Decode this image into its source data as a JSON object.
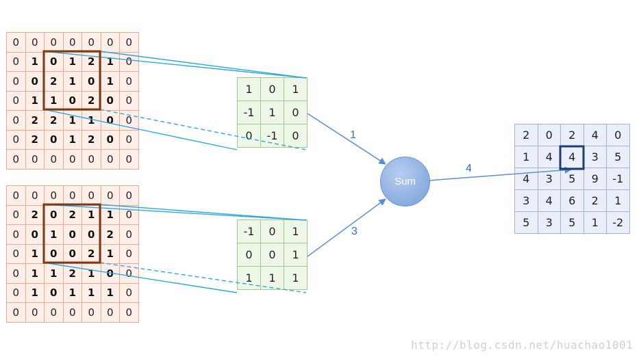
{
  "input_top": [
    [
      "0",
      "0",
      "0",
      "0",
      "0",
      "0",
      "0"
    ],
    [
      "0",
      "1",
      "0",
      "1",
      "2",
      "1",
      "0"
    ],
    [
      "0",
      "0",
      "2",
      "1",
      "0",
      "1",
      "0"
    ],
    [
      "0",
      "1",
      "1",
      "0",
      "2",
      "0",
      "0"
    ],
    [
      "0",
      "2",
      "2",
      "1",
      "1",
      "0",
      "0"
    ],
    [
      "0",
      "2",
      "0",
      "1",
      "2",
      "0",
      "0"
    ],
    [
      "0",
      "0",
      "0",
      "0",
      "0",
      "0",
      "0"
    ]
  ],
  "input_bottom": [
    [
      "0",
      "0",
      "0",
      "0",
      "0",
      "0",
      "0"
    ],
    [
      "0",
      "2",
      "0",
      "2",
      "1",
      "1",
      "0"
    ],
    [
      "0",
      "0",
      "1",
      "0",
      "0",
      "2",
      "0"
    ],
    [
      "0",
      "1",
      "0",
      "0",
      "2",
      "1",
      "0"
    ],
    [
      "0",
      "1",
      "1",
      "2",
      "1",
      "0",
      "0"
    ],
    [
      "0",
      "1",
      "0",
      "1",
      "1",
      "1",
      "0"
    ],
    [
      "0",
      "0",
      "0",
      "0",
      "0",
      "0",
      "0"
    ]
  ],
  "kernel_top": [
    [
      "1",
      "0",
      "1"
    ],
    [
      "-1",
      "1",
      "0"
    ],
    [
      "0",
      "-1",
      "0"
    ]
  ],
  "kernel_bottom": [
    [
      "-1",
      "0",
      "1"
    ],
    [
      "0",
      "0",
      "1"
    ],
    [
      "1",
      "1",
      "1"
    ]
  ],
  "output": [
    [
      "2",
      "0",
      "2",
      "4",
      "0"
    ],
    [
      "1",
      "4",
      "4",
      "3",
      "5"
    ],
    [
      "4",
      "3",
      "5",
      "9",
      "-1"
    ],
    [
      "3",
      "4",
      "6",
      "2",
      "1"
    ],
    [
      "5",
      "3",
      "5",
      "1",
      "-2"
    ]
  ],
  "sum_label": "Sum",
  "step_labels": {
    "top": "1",
    "bottom": "3",
    "out": "4"
  },
  "watermark": "http://blog.csdn.net/huachao1001",
  "colors": {
    "input_border": "#f0a88c",
    "input_fill": "#fdeee8",
    "kernel_border": "#9ccc8a",
    "kernel_fill": "#eef6e8",
    "output_border": "#9fb4d8",
    "output_fill": "#e9eef8",
    "connector": "#2aa8de",
    "window": "#7a3a16",
    "output_highlight": "#1f3d6e",
    "arrow": "#5b8fd0",
    "step_label": "#2a6fc2"
  }
}
